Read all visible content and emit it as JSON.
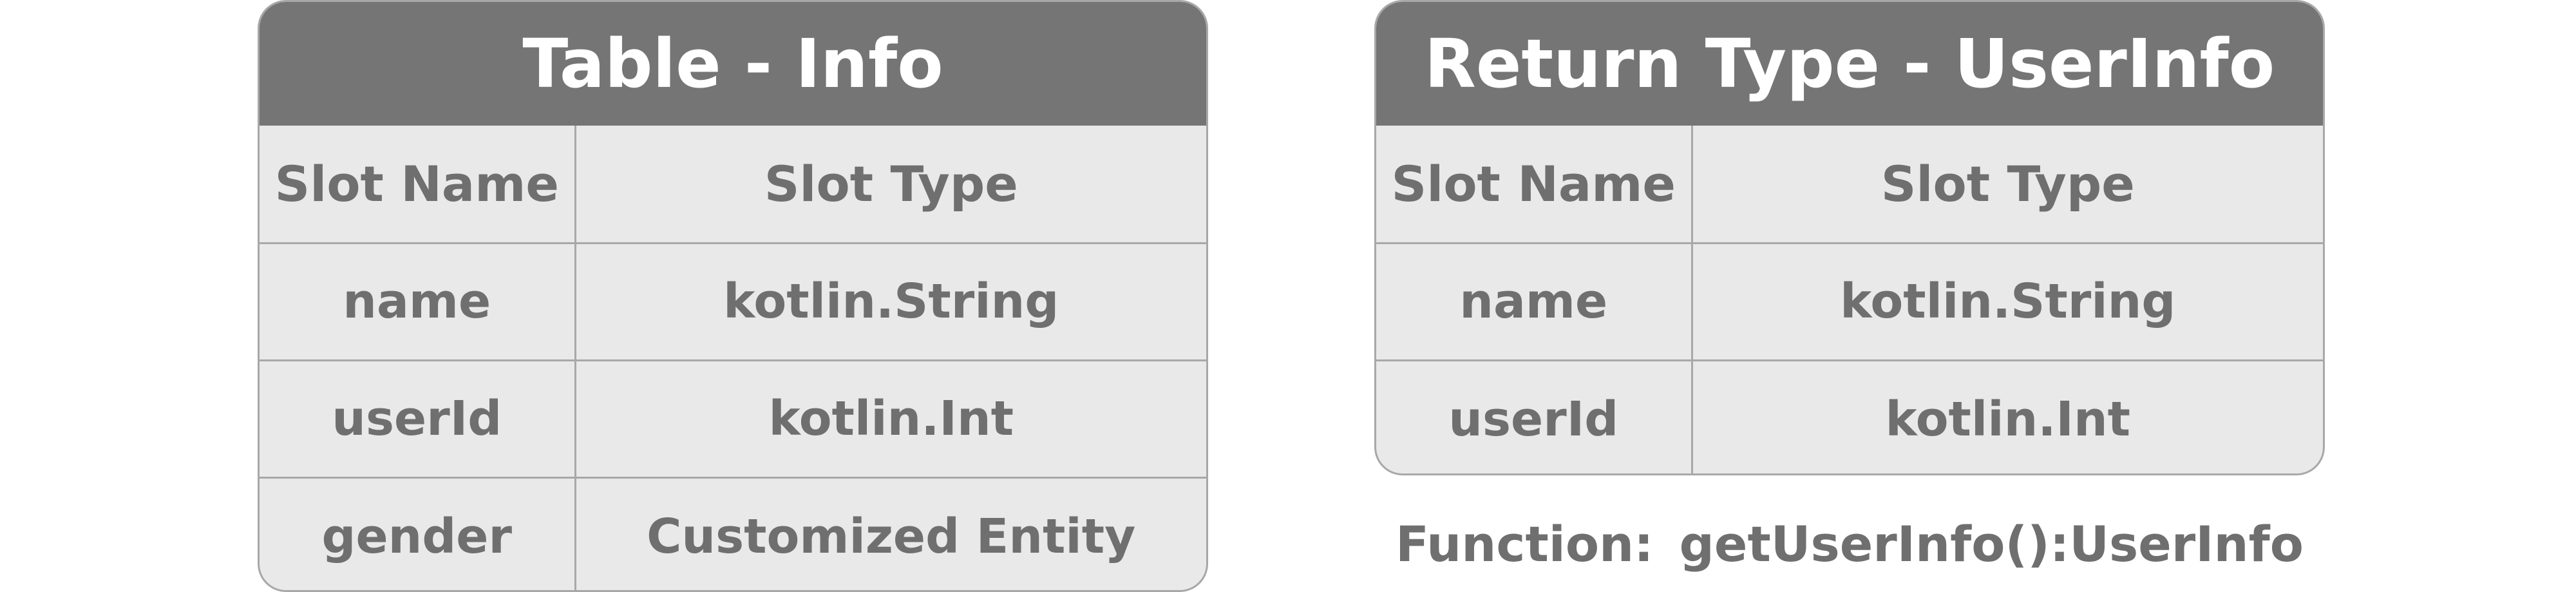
{
  "left_table": {
    "title": "Table - Info",
    "headers": {
      "name": "Slot Name",
      "type": "Slot Type"
    },
    "rows": [
      {
        "name": "name",
        "type": "kotlin.String"
      },
      {
        "name": "userId",
        "type": "kotlin.Int"
      },
      {
        "name": "gender",
        "type": "Customized Entity"
      }
    ]
  },
  "right_table": {
    "title": "Return Type - UserInfo",
    "headers": {
      "name": "Slot Name",
      "type": "Slot Type"
    },
    "rows": [
      {
        "name": "name",
        "type": "kotlin.String"
      },
      {
        "name": "userId",
        "type": "kotlin.Int"
      }
    ]
  },
  "function": {
    "label": "Function:",
    "signature": "getUserInfo():UserInfo"
  },
  "colors": {
    "header_bg": "#757575",
    "body_bg": "#e9e9e9",
    "border": "#a8a8a8",
    "text": "#6f6f6f"
  }
}
